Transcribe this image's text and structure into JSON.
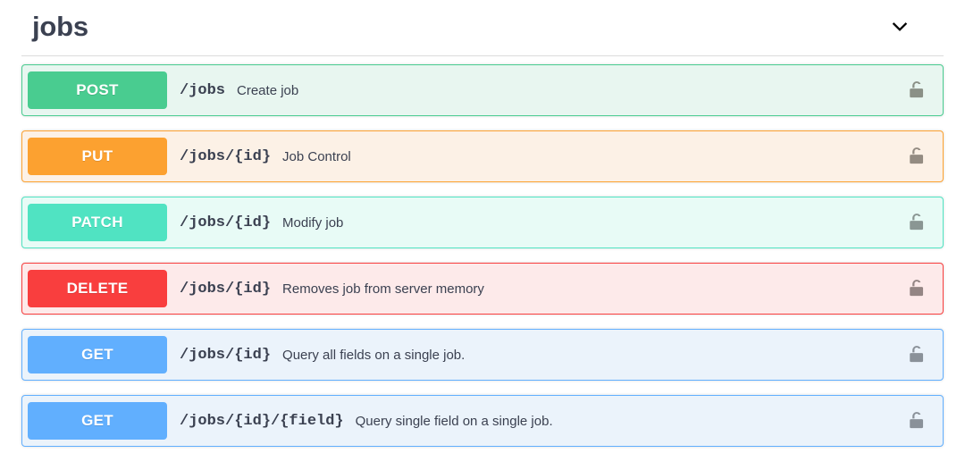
{
  "tag": {
    "name": "jobs",
    "collapse_icon": "chevron-down-icon",
    "expanded": true
  },
  "operations": [
    {
      "method": "POST",
      "path": "/jobs",
      "summary": "Create job",
      "auth_icon": "unlocked-padlock-icon",
      "color": "#49cc90",
      "row_background": "#e8f6f0"
    },
    {
      "method": "PUT",
      "path": "/jobs/{id}",
      "summary": "Job Control",
      "auth_icon": "unlocked-padlock-icon",
      "color": "#fca130",
      "row_background": "#fcf1e6"
    },
    {
      "method": "PATCH",
      "path": "/jobs/{id}",
      "summary": "Modify job",
      "auth_icon": "unlocked-padlock-icon",
      "color": "#50e3c2",
      "row_background": "#e8fbf6"
    },
    {
      "method": "DELETE",
      "path": "/jobs/{id}",
      "summary": "Removes job from server memory",
      "auth_icon": "unlocked-padlock-icon",
      "color": "#f93e3e",
      "row_background": "#fdeaea"
    },
    {
      "method": "GET",
      "path": "/jobs/{id}",
      "summary": "Query all fields on a single job.",
      "auth_icon": "unlocked-padlock-icon",
      "color": "#61affe",
      "row_background": "#ebf3fb"
    },
    {
      "method": "GET",
      "path": "/jobs/{id}/{field}",
      "summary": "Query single field on a single job.",
      "auth_icon": "unlocked-padlock-icon",
      "color": "#61affe",
      "row_background": "#ebf3fb"
    }
  ],
  "theme": {
    "text_color": "#3b4151",
    "divider_color": "#dcdcdc",
    "page_background": "#ffffff"
  }
}
